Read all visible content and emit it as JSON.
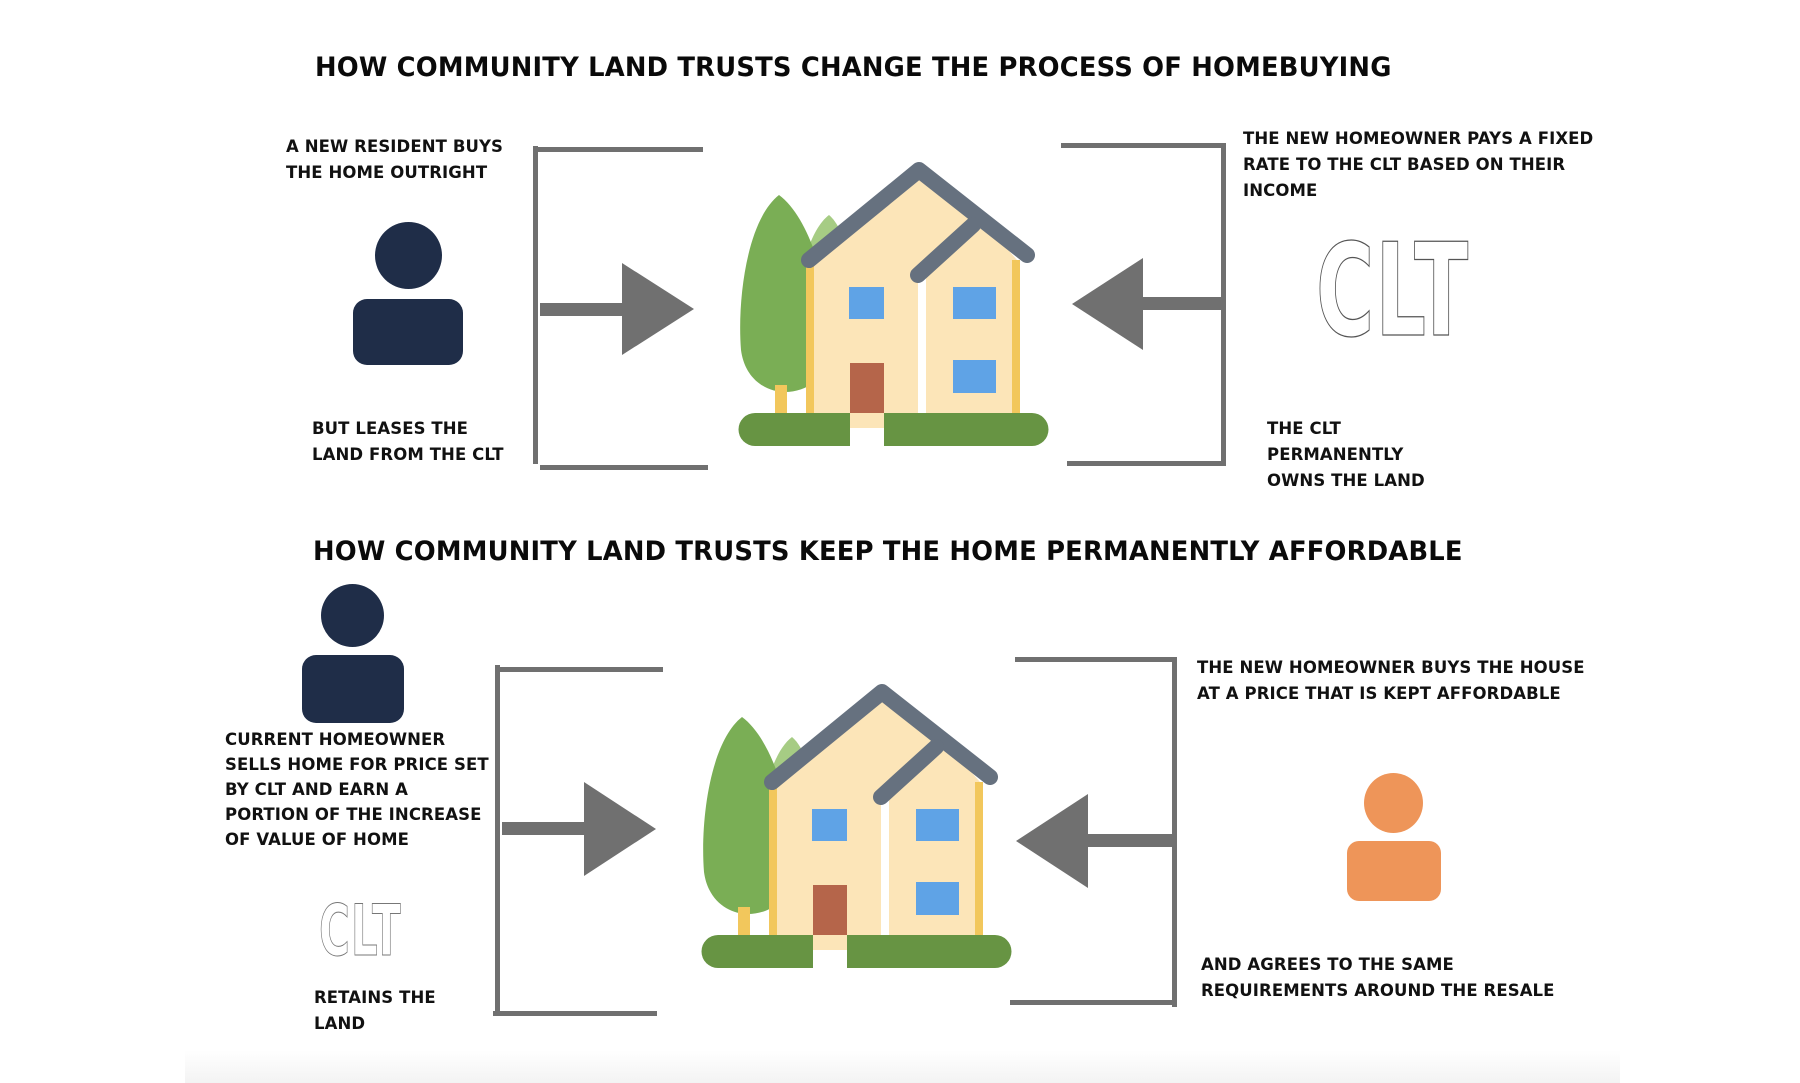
{
  "colors": {
    "text": "#111111",
    "bracket_gray": "#707070",
    "person_navy": "#1f2d48",
    "person_orange": "#ee9559",
    "house_wall": "#fce5b8",
    "house_trim": "#f2c75c",
    "roof": "#66717f",
    "window": "#5fa3e6",
    "door": "#b5654a",
    "tree_dark": "#7aae55",
    "tree_light": "#a6cc84",
    "grass": "#679443"
  },
  "section_top": {
    "title": "HOW COMMUNITY LAND TRUSTS CHANGE THE PROCESS OF HOMEBUYING",
    "left_top_label": "A NEW RESIDENT BUYS\nTHE HOME OUTRIGHT",
    "left_bottom_label": "BUT LEASES THE\nLAND FROM THE CLT",
    "right_top_label": "THE NEW HOMEOWNER PAYS A FIXED\nRATE TO THE CLT BASED ON THEIR\nINCOME",
    "right_bottom_label": "THE CLT\nPERMANENTLY\nOWNS THE LAND",
    "left_icon": "person-icon-navy",
    "right_icon": "clt-logo",
    "center_icon": "house-icon",
    "clt_logo_text": "CLT"
  },
  "section_bottom": {
    "title": "HOW COMMUNITY LAND TRUSTS KEEP THE HOME PERMANENTLY AFFORDABLE",
    "left_top_label": "CURRENT HOMEOWNER\nSELLS HOME FOR PRICE SET\nBY CLT AND EARN A\nPORTION OF THE INCREASE\nOF VALUE OF HOME",
    "left_bottom_label": "RETAINS THE\nLAND",
    "right_top_label": "THE NEW HOMEOWNER BUYS THE HOUSE\nAT A PRICE THAT IS KEPT AFFORDABLE",
    "right_bottom_label": "AND AGREES TO THE SAME\nREQUIREMENTS AROUND THE RESALE",
    "left_icon": "person-icon-navy",
    "left_logo": "clt-logo",
    "right_icon": "person-icon-orange",
    "center_icon": "house-icon",
    "clt_logo_text": "CLT"
  }
}
